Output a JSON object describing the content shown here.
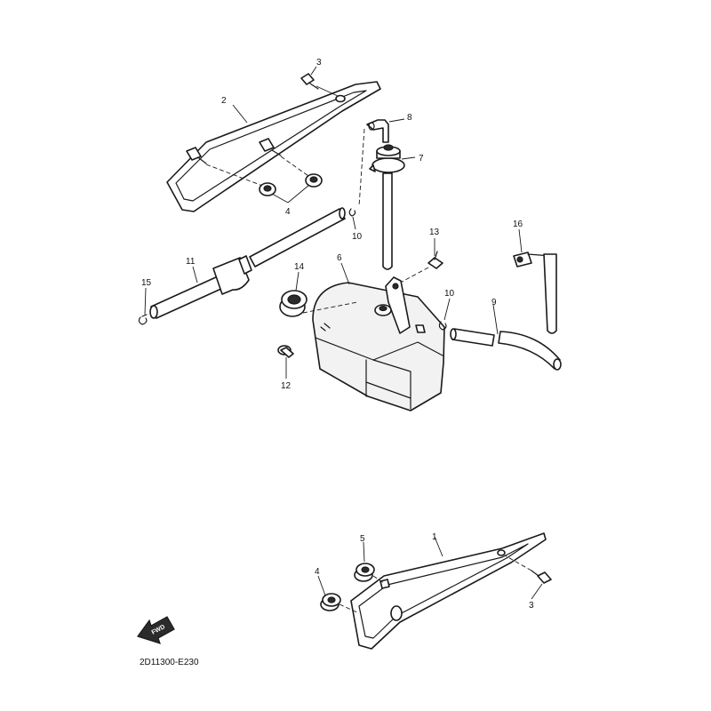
{
  "diagram": {
    "code": "2D11300-E230",
    "fwd_label": "FWD",
    "callouts": {
      "c1": "1",
      "c2": "2",
      "c3a": "3",
      "c3b": "3",
      "c4a": "4",
      "c4b": "4",
      "c5": "5",
      "c6": "6",
      "c7": "7",
      "c8": "8",
      "c9": "9",
      "c10a": "10",
      "c10b": "10",
      "c11": "11",
      "c12": "12",
      "c13": "13",
      "c14": "14",
      "c15": "15",
      "c16": "16"
    }
  }
}
